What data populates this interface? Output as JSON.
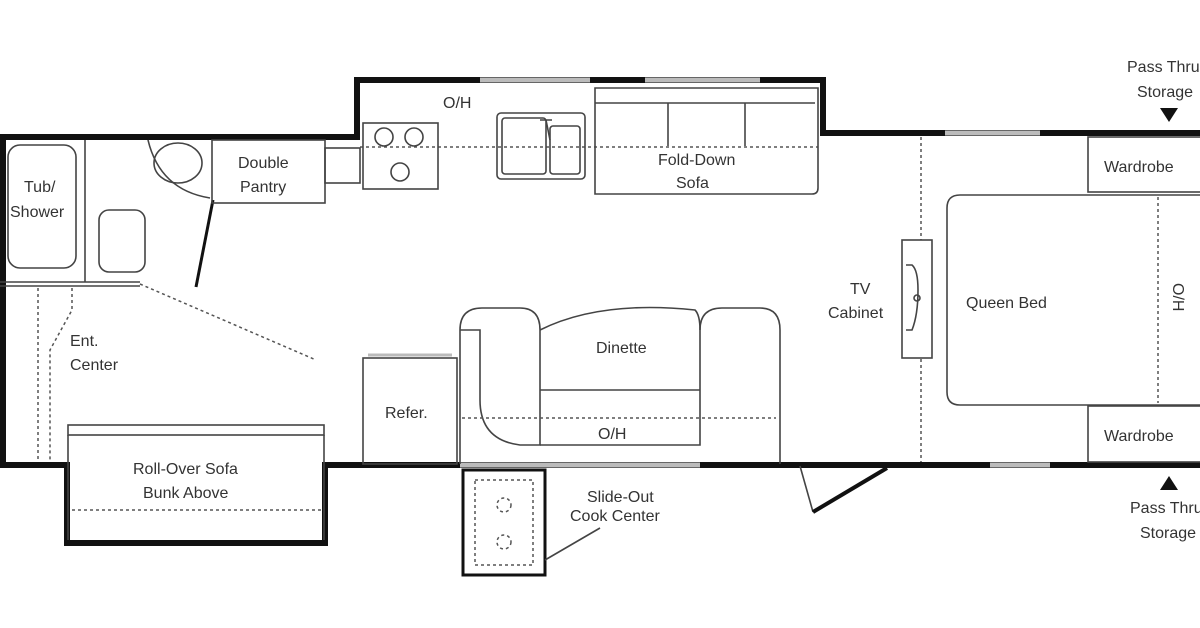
{
  "floorplan": {
    "labels": {
      "tub_shower": [
        "Tub/",
        "Shower"
      ],
      "double_pantry": [
        "Double",
        "Pantry"
      ],
      "kitchen_oh": "O/H",
      "fold_down_sofa": [
        "Fold-Down",
        "Sofa"
      ],
      "ent_center": [
        "Ent.",
        "Center"
      ],
      "dinette": "Dinette",
      "dinette_oh": "O/H",
      "refer": "Refer.",
      "roll_over_sofa": [
        "Roll-Over Sofa",
        "Bunk Above"
      ],
      "cook_center": [
        "Slide-Out",
        "Cook Center"
      ],
      "tv_cabinet": [
        "TV",
        "Cabinet"
      ],
      "queen_bed": "Queen Bed",
      "bed_oh": "O/H",
      "wardrobe_top": "Wardrobe",
      "wardrobe_bottom": "Wardrobe",
      "pass_thru_top": [
        "Pass Thru",
        "Storage"
      ],
      "pass_thru_bottom": [
        "Pass Thru",
        "Storage"
      ]
    },
    "colors": {
      "wall": "#111111",
      "line": "#444444",
      "window": "#bbbbbb"
    }
  }
}
